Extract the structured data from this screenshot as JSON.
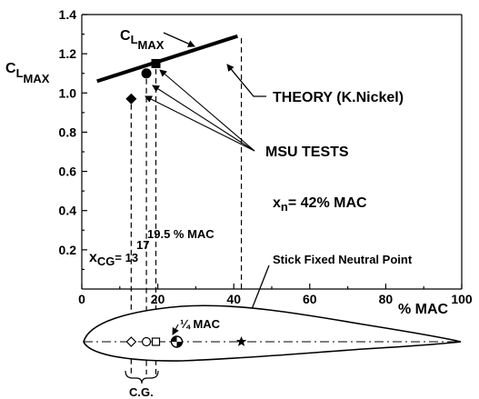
{
  "chart_data": {
    "type": "scatter",
    "xlim": [
      0,
      100
    ],
    "ylim": [
      0,
      1.4
    ],
    "x_ticks": [
      "0",
      "20",
      "40",
      "60",
      "80",
      "100"
    ],
    "y_ticks": [
      "0.2",
      "0.4",
      "0.6",
      "0.8",
      "1.0",
      "1.2",
      "1.4"
    ],
    "xlabel": "% MAC",
    "ylabel_main": "C",
    "ylabel_sub": "L",
    "ylabel_sub2": "MAX",
    "theory_line": {
      "x": [
        4,
        41
      ],
      "y": [
        1.06,
        1.29
      ]
    },
    "series": [
      {
        "marker": "diamond",
        "x": 13,
        "y": 0.97
      },
      {
        "marker": "circle",
        "x": 17,
        "y": 1.1
      },
      {
        "marker": "square",
        "x": 19.5,
        "y": 1.15
      }
    ],
    "neutral_point_x": 42,
    "cg_positions": [
      13,
      17,
      19.5
    ],
    "annotations": {
      "clmax_main": "C",
      "clmax_sub": "L",
      "clmax_sub2": "MAX",
      "theory": "THEORY  (K.Nickel)",
      "msu": "MSU TESTS",
      "xn_main": "x",
      "xn_sub": "n",
      "xn_rest": "= 42% MAC",
      "mac195": "19.5 % MAC",
      "xcg_main": "x",
      "xcg_sub": "CG",
      "xcg_rest": "= 13",
      "xcg_17": "17",
      "stick_fixed": "Stick Fixed Neutral Point",
      "quarter_mac": "¼ MAC",
      "cg": "C.G."
    }
  }
}
